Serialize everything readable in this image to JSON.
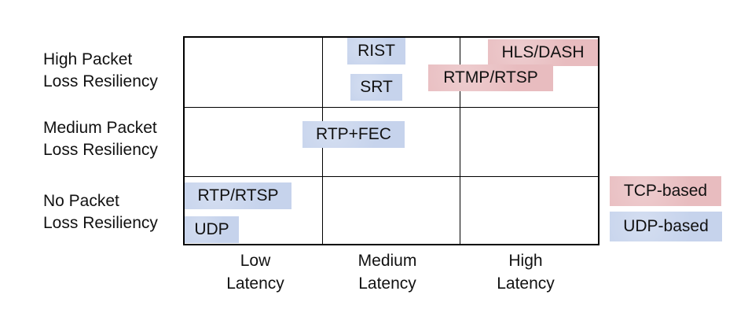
{
  "rows": [
    {
      "line1": "High Packet",
      "line2": "Loss Resiliency"
    },
    {
      "line1": "Medium Packet",
      "line2": "Loss Resiliency"
    },
    {
      "line1": "No Packet",
      "line2": "Loss Resiliency"
    }
  ],
  "columns": [
    {
      "line1": "Low",
      "line2": "Latency"
    },
    {
      "line1": "Medium",
      "line2": "Latency"
    },
    {
      "line1": "High",
      "line2": "Latency"
    }
  ],
  "protocols": {
    "rist": "RIST",
    "srt": "SRT",
    "hls_dash": "HLS/DASH",
    "rtmp_rtsp": "RTMP/RTSP",
    "rtp_fec": "RTP+FEC",
    "rtp_rtsp": "RTP/RTSP",
    "udp": "UDP"
  },
  "legend": {
    "tcp": "TCP-based",
    "udp": "UDP-based"
  },
  "colors": {
    "udp_fill": "#c6d3ec",
    "tcp_fill": "#e8bcbf",
    "grid_line": "#000000"
  }
}
